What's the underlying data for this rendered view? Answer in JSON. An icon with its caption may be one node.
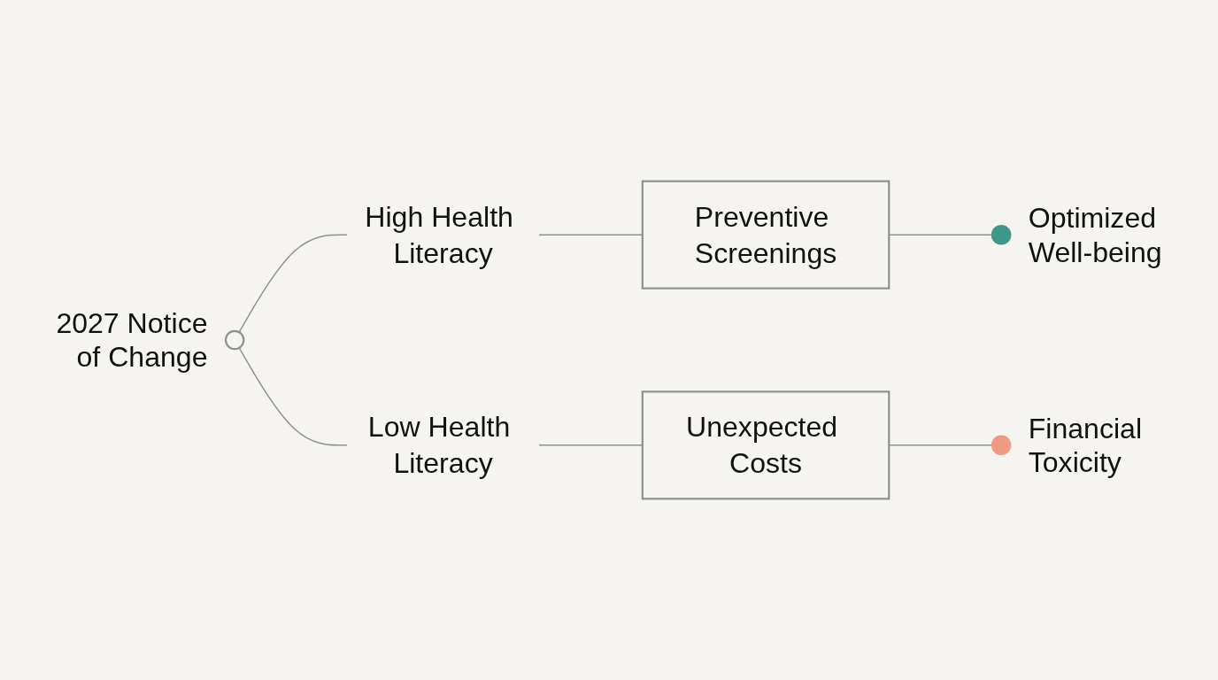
{
  "diagram": {
    "nodes": [
      {
        "text": [],
        "shape": "circle",
        "beside": [
          "2027 Notice of Change"
        ]
      },
      {
        "text": [
          "High Health Literacy"
        ]
      },
      {
        "text": [
          "Preventive Screenings"
        ]
      },
      {
        "text": [],
        "shape": "circle",
        "beside": [
          "Optimized Well-being"
        ]
      },
      {
        "text": [
          "Low Health Literacy"
        ]
      },
      {
        "text": [
          "Unexpected Costs"
        ]
      },
      {
        "text": [],
        "shape": "circle",
        "beside": [
          "Financial Toxicity"
        ]
      }
    ],
    "edges": [
      {
        "from": 0,
        "to": 1,
        "arrow": "none"
      },
      {
        "from": 1,
        "to": 2,
        "arrow": "none"
      },
      {
        "from": 2,
        "to": 3,
        "arrow": "none"
      },
      {
        "from": 0,
        "to": 4,
        "arrow": "none"
      },
      {
        "from": 4,
        "to": 5,
        "arrow": "none"
      },
      {
        "from": 5,
        "to": 6,
        "arrow": "none"
      }
    ]
  }
}
